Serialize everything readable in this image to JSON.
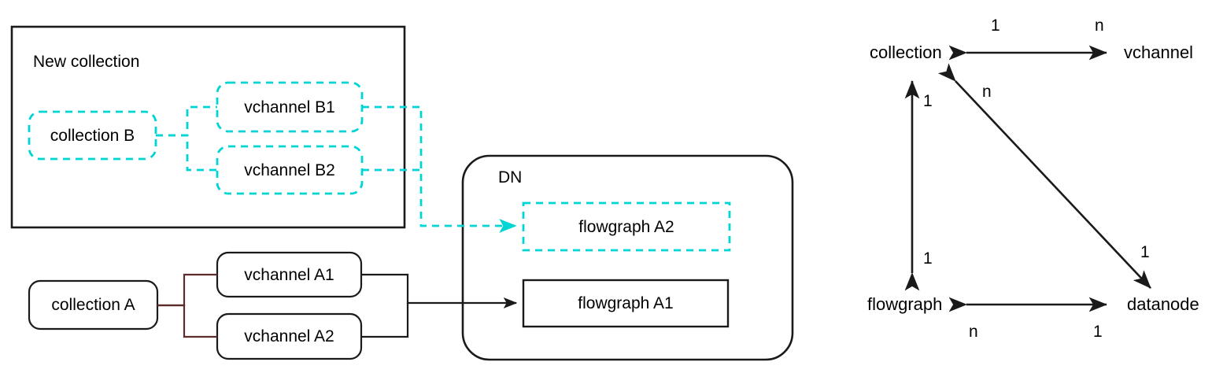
{
  "figure": {
    "left_panel": {
      "containers": [
        {
          "id": "new-collection",
          "label": "New collection",
          "style": "solid-rect-black"
        },
        {
          "id": "dn",
          "label": "DN",
          "style": "solid-roundrect-black"
        }
      ],
      "nodes": [
        {
          "id": "collection-b",
          "label": "collection B",
          "style": "dashed-roundrect-cyan"
        },
        {
          "id": "vchannel-b1",
          "label": "vchannel B1",
          "style": "dashed-roundrect-cyan"
        },
        {
          "id": "vchannel-b2",
          "label": "vchannel B2",
          "style": "dashed-roundrect-cyan"
        },
        {
          "id": "collection-a",
          "label": "collection A",
          "style": "solid-roundrect-black"
        },
        {
          "id": "vchannel-a1",
          "label": "vchannel A1",
          "style": "solid-roundrect-black"
        },
        {
          "id": "vchannel-a2",
          "label": "vchannel A2",
          "style": "solid-roundrect-black"
        },
        {
          "id": "flowgraph-a2",
          "label": "flowgraph A2",
          "style": "dashed-rect-cyan"
        },
        {
          "id": "flowgraph-a1",
          "label": "flowgraph A1",
          "style": "solid-rect-black"
        }
      ],
      "edges": [
        {
          "from": "collection-b",
          "to": "vchannel-b1",
          "style": "dashed-cyan"
        },
        {
          "from": "collection-b",
          "to": "vchannel-b2",
          "style": "dashed-cyan"
        },
        {
          "from": "vchannel-b1",
          "to": "flowgraph-a2",
          "style": "dashed-cyan-arrow"
        },
        {
          "from": "vchannel-b2",
          "to": "flowgraph-a2",
          "style": "dashed-cyan-arrow"
        },
        {
          "from": "collection-a",
          "to": "vchannel-a1",
          "style": "solid-maroon"
        },
        {
          "from": "collection-a",
          "to": "vchannel-a2",
          "style": "solid-maroon"
        },
        {
          "from": "vchannel-a1",
          "to": "flowgraph-a1",
          "style": "solid-black-arrow"
        },
        {
          "from": "vchannel-a2",
          "to": "flowgraph-a1",
          "style": "solid-black-arrow"
        }
      ]
    },
    "right_panel": {
      "entities": [
        {
          "id": "collection",
          "label": "collection"
        },
        {
          "id": "vchannel",
          "label": "vchannel"
        },
        {
          "id": "flowgraph",
          "label": "flowgraph"
        },
        {
          "id": "datanode",
          "label": "datanode"
        }
      ],
      "relations": [
        {
          "from": "collection",
          "to": "vchannel",
          "from_card": "1",
          "to_card": "n",
          "direction": "bidirectional"
        },
        {
          "from": "flowgraph",
          "to": "collection",
          "from_card": "1",
          "to_card": "1",
          "direction": "bidirectional"
        },
        {
          "from": "datanode",
          "to": "collection",
          "from_card": "1",
          "to_card": "n",
          "direction": "bidirectional"
        },
        {
          "from": "flowgraph",
          "to": "datanode",
          "from_card": "n",
          "to_card": "1",
          "direction": "bidirectional"
        }
      ],
      "cardinality_labels": {
        "collection_vchannel_left": "1",
        "collection_vchannel_right": "n",
        "vertical_top": "1",
        "vertical_bottom": "1",
        "diagonal_top": "n",
        "diagonal_bottom": "1",
        "flowgraph_datanode_left": "n",
        "flowgraph_datanode_right": "1"
      }
    }
  },
  "colors": {
    "cyan": "#00D5D5",
    "black": "#1A1A1A",
    "maroon": "#5C2B2B",
    "background": "#FFFFFF"
  }
}
